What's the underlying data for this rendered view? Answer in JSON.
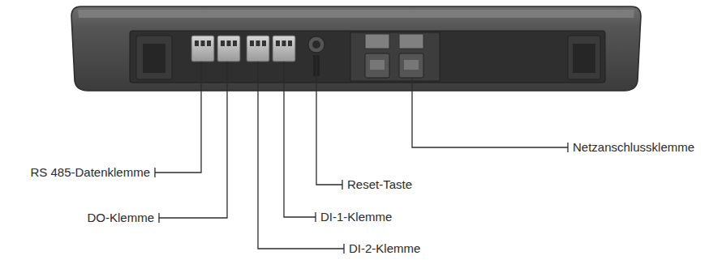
{
  "diagram": {
    "labels": [
      "RS 485-Datenklemme",
      "DO-Klemme",
      "DI-2-Klemme",
      "DI-1-Klemme",
      "Reset-Taste",
      "Netzanschlussklemme"
    ]
  }
}
